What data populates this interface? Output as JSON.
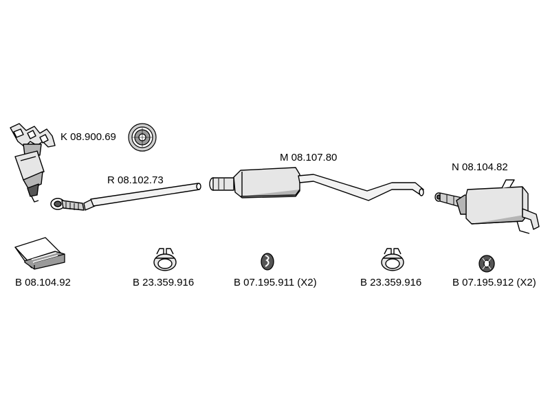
{
  "parts": {
    "catalyst_manifold": {
      "code": "K 08.900.69",
      "icon": "exhaust-manifold-catalyst-icon",
      "badge_icon": "approval-seal-icon"
    },
    "front_pipe": {
      "code": "R 08.102.73",
      "icon": "front-pipe-icon"
    },
    "middle_silencer": {
      "code": "M 08.107.80",
      "icon": "middle-silencer-icon"
    },
    "rear_silencer": {
      "code": "N 08.104.82",
      "icon": "rear-silencer-icon"
    }
  },
  "accessories": [
    {
      "code": "B 08.104.92",
      "icon": "mounting-kit-box-icon"
    },
    {
      "code": "B 23.359.916",
      "icon": "pipe-clamp-icon"
    },
    {
      "code": "B 07.195.911 (X2)",
      "icon": "rubber-hanger-icon"
    },
    {
      "code": "B 23.359.916",
      "icon": "pipe-clamp-icon"
    },
    {
      "code": "B 07.195.912 (X2)",
      "icon": "rubber-ring-hanger-icon"
    }
  ],
  "colors": {
    "stroke": "#000000",
    "fill_light": "#e6e6e6",
    "fill_mid": "#b5b5b5",
    "fill_dark": "#555555"
  }
}
